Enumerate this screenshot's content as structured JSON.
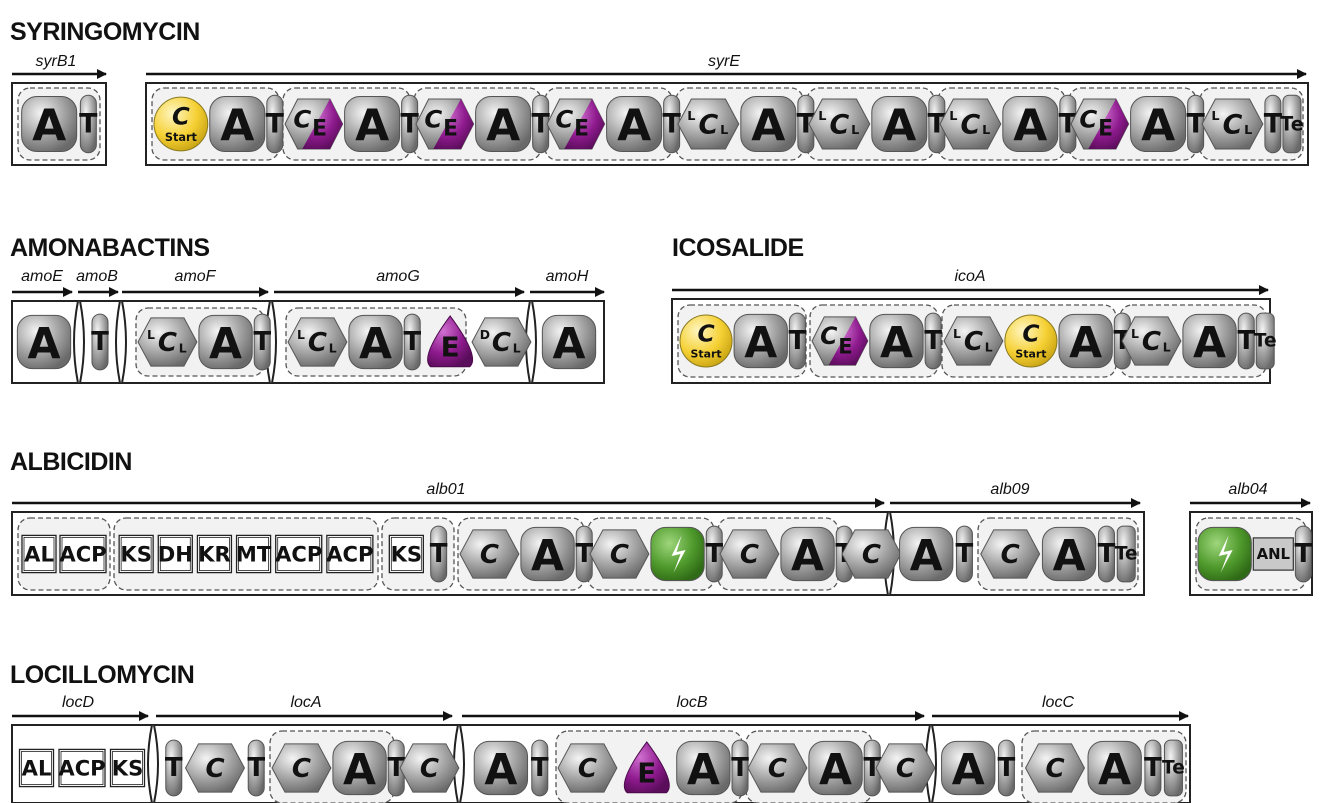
{
  "colors": {
    "gray": "#9a9a9a",
    "gray_dark": "#6f6f6f",
    "purple": "#8e1a8e",
    "yellow": "#f5d033",
    "green": "#4f9a2c",
    "frame": "#222222",
    "module_bg": "#efefef"
  },
  "icons": {
    "A": "adenylation-domain-icon",
    "T": "thiolation-domain-icon",
    "C": "condensation-domain-icon",
    "E": "epimerization-domain-icon",
    "Te": "thioesterase-domain-icon",
    "Cstart": "starter-condensation-icon"
  },
  "sections": [
    {
      "title": "SYRINGOMYCIN",
      "genes": [
        {
          "label": "syrB1",
          "modules": [
            [
              "A",
              "T"
            ]
          ]
        },
        {
          "label": "syrE",
          "modules": [
            [
              "Cstart",
              "A",
              "T"
            ],
            [
              "CE",
              "A",
              "T"
            ],
            [
              "CE",
              "A",
              "T"
            ],
            [
              "CE",
              "A",
              "T"
            ],
            [
              "LCL",
              "A",
              "T"
            ],
            [
              "LCL",
              "A",
              "T"
            ],
            [
              "LCL",
              "A",
              "T"
            ],
            [
              "CE",
              "A",
              "T"
            ],
            [
              "LCL",
              "T",
              "Te"
            ]
          ]
        }
      ]
    },
    {
      "title": "AMONABACTINS",
      "genes": [
        {
          "label": "amoE",
          "modules": [
            [
              "A"
            ]
          ]
        },
        {
          "label": "amoB",
          "modules": [
            [
              "T"
            ]
          ]
        },
        {
          "label": "amoF",
          "modules": [
            [
              "LCL",
              "A",
              "T"
            ]
          ]
        },
        {
          "label": "amoG",
          "modules": [
            [
              "LCL",
              "A",
              "T",
              "E"
            ],
            [
              "DCL"
            ]
          ]
        },
        {
          "label": "amoH",
          "modules": [
            [
              "A"
            ]
          ]
        }
      ]
    },
    {
      "title": "ICOSALIDE",
      "genes": [
        {
          "label": "icoA",
          "modules": [
            [
              "Cstart",
              "A",
              "T"
            ],
            [
              "CE",
              "A",
              "T"
            ],
            [
              "LCL",
              "Cstart",
              "A",
              "T"
            ],
            [
              "LCL",
              "A",
              "T",
              "Te"
            ]
          ]
        }
      ]
    },
    {
      "title": "ALBICIDIN",
      "genes": [
        {
          "label": "alb01",
          "modules": [
            [
              "AL",
              "ACP"
            ],
            [
              "KS",
              "DH",
              "KR",
              "MT",
              "ACP",
              "ACP"
            ],
            [
              "KS",
              "T"
            ],
            [
              "C",
              "A",
              "T"
            ],
            [
              "C",
              "Ag",
              "T"
            ],
            [
              "C",
              "A",
              "T"
            ],
            [
              "C"
            ]
          ]
        },
        {
          "label": "alb09",
          "modules": [
            [
              "A",
              "T"
            ],
            [
              "C",
              "A",
              "T",
              "Te"
            ]
          ]
        },
        {
          "label": "alb04",
          "modules": [
            [
              "Ag",
              "ANL",
              "T"
            ]
          ]
        }
      ]
    },
    {
      "title": "LOCILLOMYCIN",
      "genes": [
        {
          "label": "locD",
          "modules": [
            [
              "AL",
              "ACP",
              "KS"
            ]
          ]
        },
        {
          "label": "locA",
          "modules": [
            [
              "T",
              "C",
              "T"
            ],
            [
              "C",
              "A",
              "T"
            ],
            [
              "C"
            ]
          ]
        },
        {
          "label": "locB",
          "modules": [
            [
              "A",
              "T"
            ],
            [
              "C",
              "E",
              "A",
              "T"
            ],
            [
              "C",
              "A",
              "T"
            ],
            [
              "C"
            ]
          ]
        },
        {
          "label": "locC",
          "modules": [
            [
              "A",
              "T"
            ],
            [
              "C",
              "A",
              "T",
              "Te"
            ]
          ]
        }
      ]
    }
  ],
  "text": {
    "start": "Start",
    "L": "L",
    "D": "D"
  }
}
